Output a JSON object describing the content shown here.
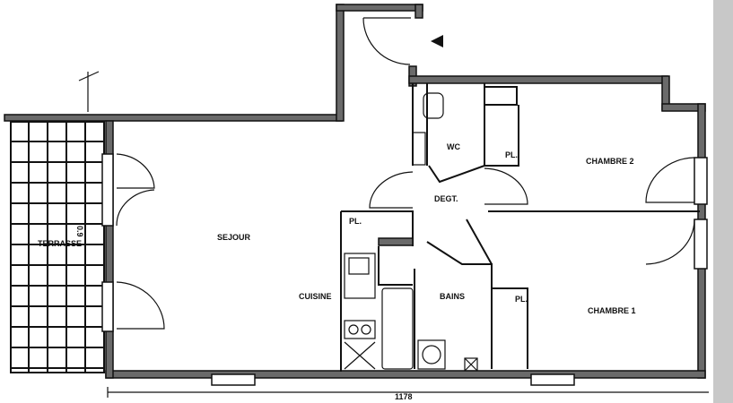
{
  "plan": {
    "rooms": {
      "terrasse": "TERRASSE",
      "sejour": "SEJOUR",
      "cuisine": "CUISINE",
      "wc": "WC",
      "degt": "DEGT.",
      "bains": "BAINS",
      "chambre2": "CHAMBRE 2",
      "chambre1": "CHAMBRE 1"
    },
    "closets": [
      "PL.",
      "PL.",
      "PL."
    ],
    "dimension": "1178",
    "terrace_note": "0.9",
    "colors": {
      "wall": "#6a6a6a",
      "line": "#111111",
      "background": "#ffffff"
    }
  }
}
